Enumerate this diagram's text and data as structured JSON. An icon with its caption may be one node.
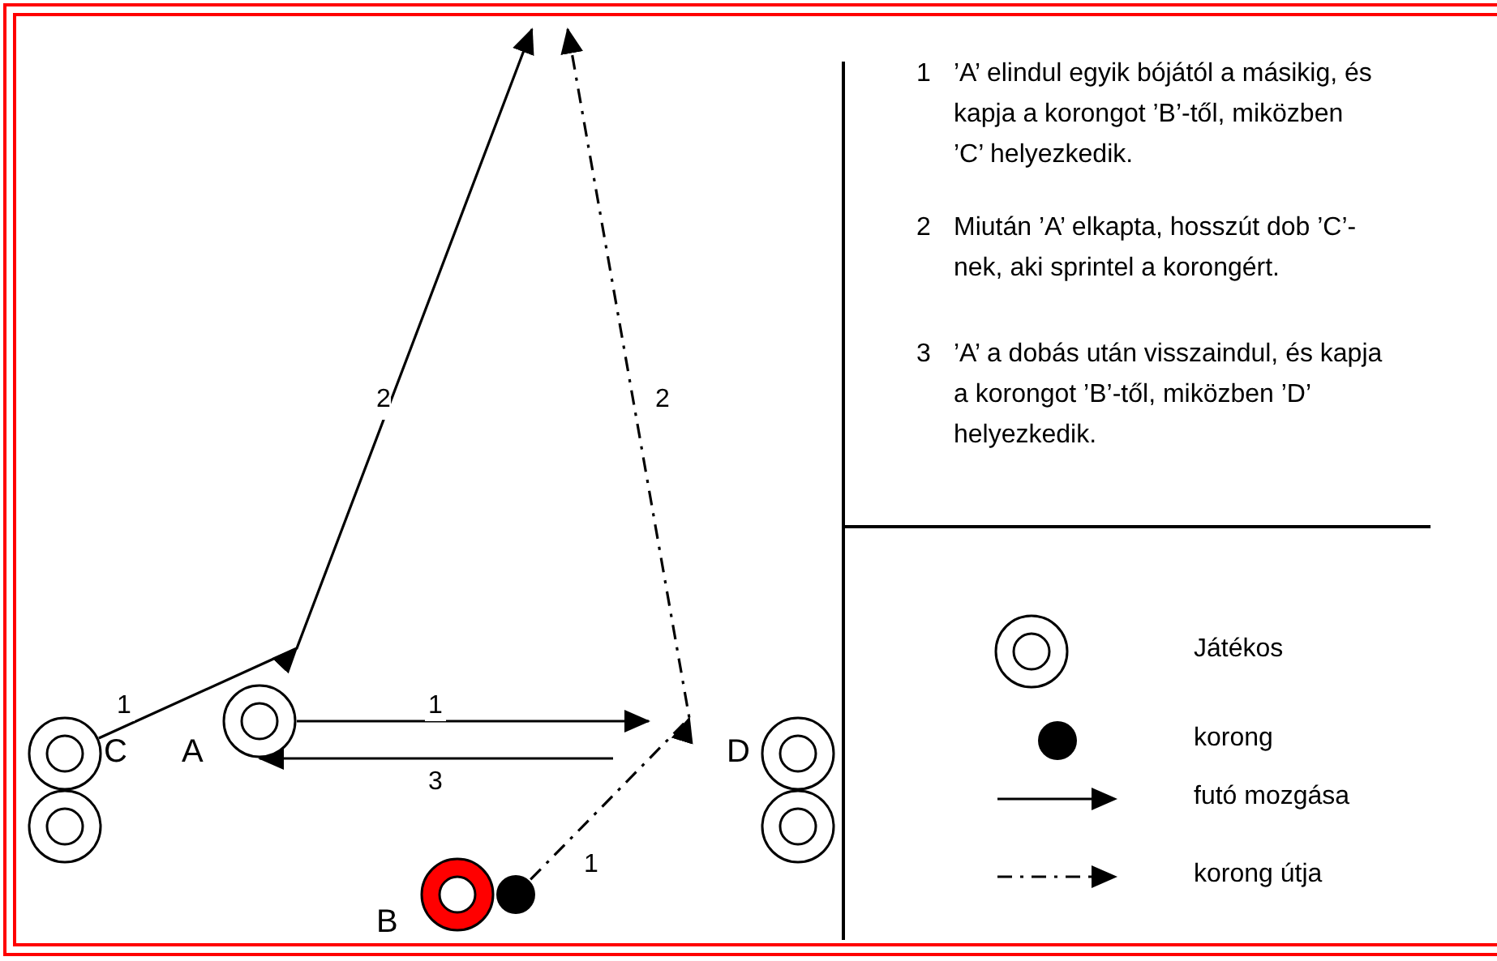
{
  "diagram": {
    "nodes": [
      {
        "text": [],
        "shape": "circle",
        "beside": [
          "C"
        ]
      },
      {
        "text": [],
        "shape": "circle"
      },
      {
        "text": [],
        "shape": "circle",
        "beside": [
          "A"
        ]
      },
      {
        "text": [],
        "shape": "circle",
        "beside": [
          "B"
        ]
      },
      {
        "text": [],
        "shape": "circle"
      },
      {
        "text": [],
        "shape": "circle",
        "beside": [
          "D"
        ]
      },
      {
        "text": [],
        "shape": "circle"
      }
    ],
    "edges": [
      {
        "from": 0,
        "to": null,
        "arrow": "to",
        "label": "1"
      },
      {
        "from": 2,
        "to": null,
        "arrow": "to",
        "label": "1"
      },
      {
        "from": null,
        "to": 2,
        "arrow": "to",
        "label": "3"
      },
      {
        "from": 4,
        "to": null,
        "arrow": "to",
        "label": "1",
        "style": "dashed"
      }
    ],
    "labels": [
      "2",
      "2",
      "1",
      "’A’ elindul egyik bójától a másikig, és kapja a korongot ’B’-től, miközben ’C’ helyezkedik.",
      "2",
      "Miután ’A’ elkapta, hosszút dob ’C’-nek, aki sprintel a korongért.",
      "3",
      "’A’ a dobás után visszaindul, és kapja a korongot ’B’-től, miközben ’D’ helyezkedik."
    ],
    "legend": [
      {
        "text": "Játékos"
      },
      {
        "text": "korong"
      },
      {
        "text": "futó mozgása"
      },
      {
        "text": "korong útja"
      }
    ]
  }
}
